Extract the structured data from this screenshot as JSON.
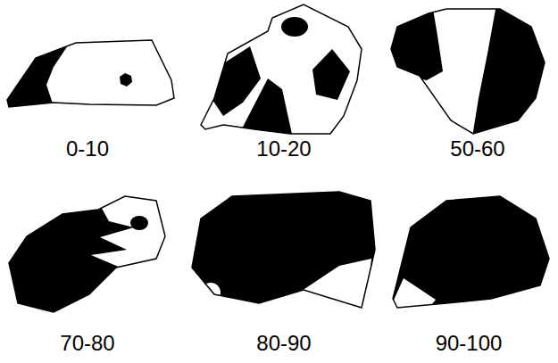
{
  "diagram": {
    "labels": [
      "0-10",
      "10-20",
      "50-60",
      "70-80",
      "80-90",
      "90-100"
    ]
  }
}
